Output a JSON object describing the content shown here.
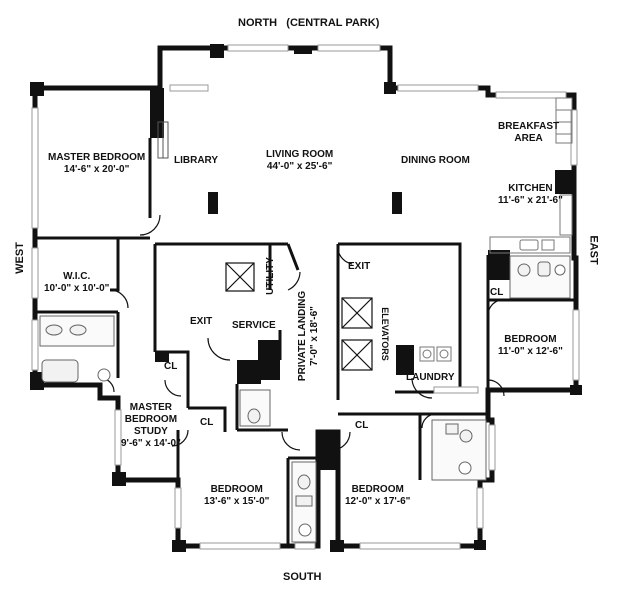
{
  "compass": {
    "north": "NORTH   (CENTRAL PARK)",
    "south": "SOUTH",
    "east": "EAST",
    "west": "WEST"
  },
  "rooms": {
    "master_bedroom": {
      "name": "MASTER BEDROOM",
      "dims": "14'-6\" x 20'-0\""
    },
    "library": {
      "name": "LIBRARY"
    },
    "living_room": {
      "name": "LIVING ROOM",
      "dims": "44'-0\" x 25'-6\""
    },
    "dining_room": {
      "name": "DINING ROOM"
    },
    "breakfast_area": {
      "line1": "BREAKFAST",
      "line2": "AREA"
    },
    "kitchen": {
      "name": "KITCHEN",
      "dims": "11'-6\" x 21'-6\""
    },
    "wic": {
      "name": "W.I.C.",
      "dims": "10'-0\" x 10'-0\""
    },
    "utility": {
      "name": "UTILITY"
    },
    "exit_left": {
      "name": "EXIT"
    },
    "service": {
      "name": "SERVICE"
    },
    "private_landing": {
      "name": "PRIVATE LANDING",
      "dims": "7'-0\" x 18'-6\""
    },
    "exit_right": {
      "name": "EXIT"
    },
    "elevators": {
      "name": "ELEVATORS"
    },
    "laundry": {
      "name": "LAUNDRY"
    },
    "bedroom_east": {
      "name": "BEDROOM",
      "dims": "11'-0\" x 12'-6\""
    },
    "master_bedroom_study": {
      "line1": "MASTER",
      "line2": "BEDROOM",
      "line3": "STUDY",
      "dims": "9'-6\" x 14'-0\""
    },
    "bedroom_south_left": {
      "name": "BEDROOM",
      "dims": "13'-6\" x 15'-0\""
    },
    "bedroom_south_right": {
      "name": "BEDROOM",
      "dims": "12'-0\" x 17'-6\""
    }
  },
  "closets": {
    "cl_east": "CL",
    "cl_study": "CL",
    "cl_bed_left": "CL",
    "cl_bed_right": "CL"
  },
  "colors": {
    "wall": "#111111",
    "fixture": "#777777",
    "window": "#9a9a9a",
    "background": "#ffffff"
  }
}
